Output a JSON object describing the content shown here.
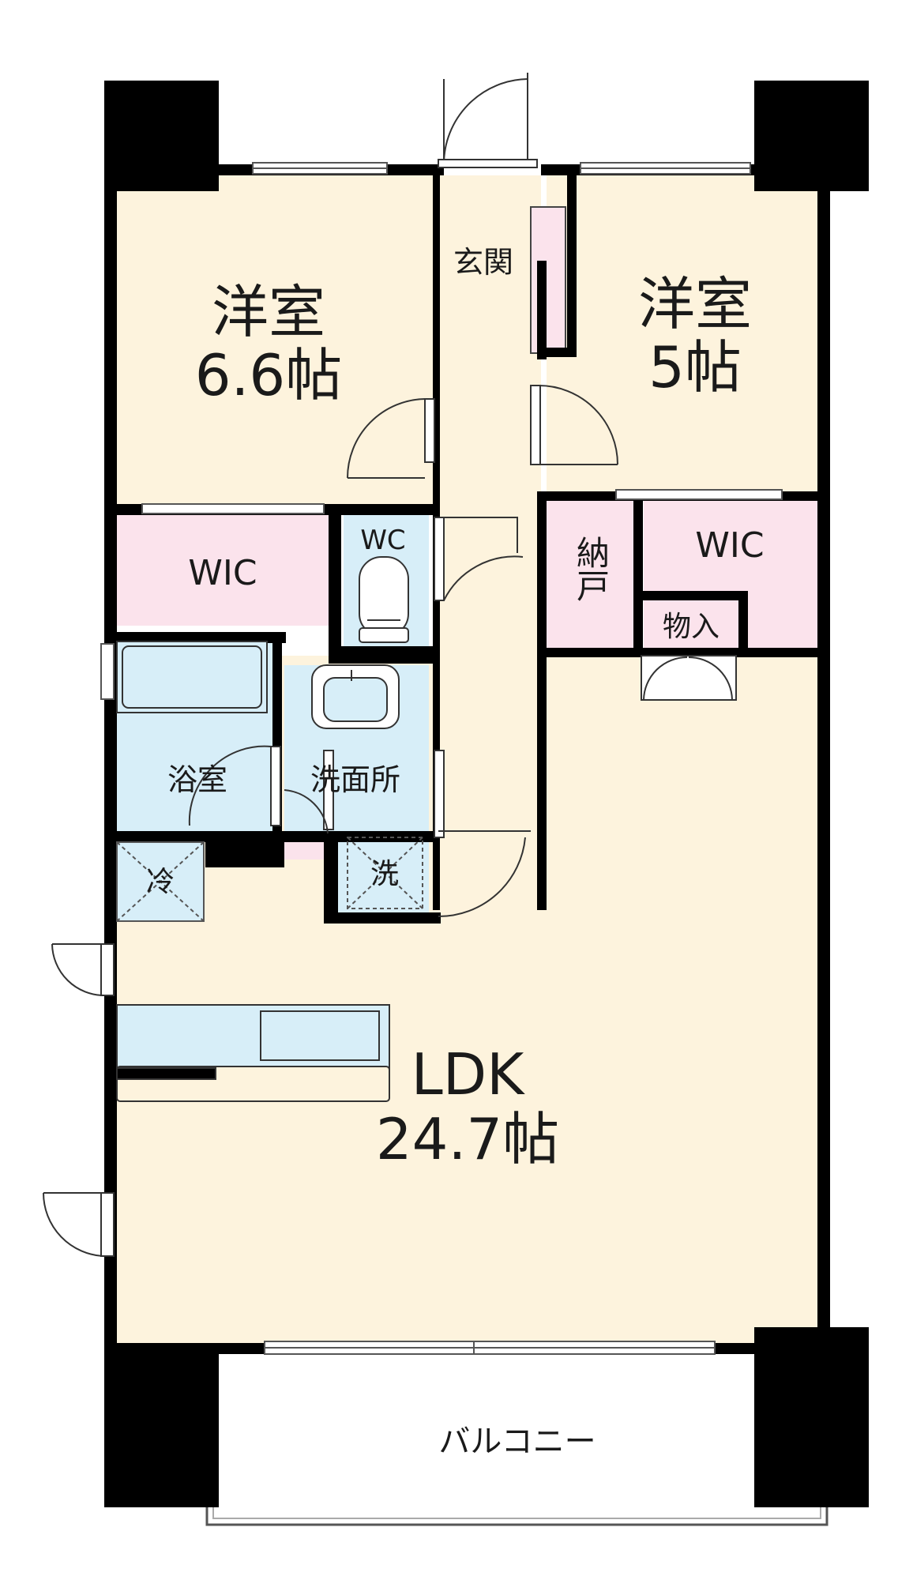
{
  "rooms": {
    "western_1": {
      "name": "洋室",
      "size": "6.6帖"
    },
    "western_2": {
      "name": "洋室",
      "size": "5帖"
    },
    "ldk": {
      "name": "LDK",
      "size": "24.7帖"
    },
    "entrance": "玄関",
    "wic_1": "WIC",
    "wic_2": "WIC",
    "wc": "WC",
    "storage": "納戸",
    "closet": "物入",
    "bath": "浴室",
    "washroom": "洗面所",
    "washer": "洗",
    "fridge": "冷",
    "balcony": "バルコニー"
  },
  "colors": {
    "room_beige": "#fdf3dd",
    "wic_pink": "#fbe3ec",
    "water_blue": "#d7eef8",
    "wall": "#000000"
  }
}
